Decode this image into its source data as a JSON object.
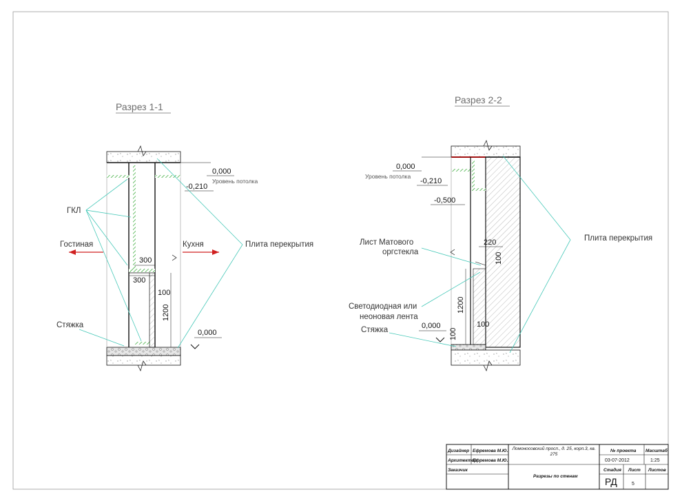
{
  "section_1": {
    "title": "Разрез 1-1",
    "room_left": "Гостиная",
    "room_right": "Кухня",
    "label_gkl": "ГКЛ",
    "label_slab": "Плита перекрытия",
    "label_screed": "Стяжка",
    "ceiling_level": "0,000",
    "ceiling_level_caption": "Уровень потолка",
    "level_minus_210": "-0,210",
    "floor_level": "0,000",
    "dims": {
      "top_300": "300",
      "bottom_300": "300",
      "d100": "100",
      "d1200": "1200"
    }
  },
  "section_2": {
    "title": "Разрез 2-2",
    "ceiling_level": "0,000",
    "ceiling_level_caption": "Уровень потолка",
    "level_minus_210": "-0,210",
    "level_minus_500": "-0,500",
    "label_glass_line1": "Лист Матового",
    "label_glass_line2": "оргстекла",
    "label_led_line1": "Светодиодная или",
    "label_led_line2": "неоновая лента",
    "label_screed": "Стяжка",
    "label_slab": "Плита перекрытия",
    "floor_level": "0,000",
    "dims": {
      "d220": "220",
      "d100_top": "100",
      "d1200": "1200",
      "d100_bottom": "100",
      "d100_left": "100"
    }
  },
  "title_block": {
    "designer_role": "Дизайнер",
    "designer_name": "Ефремова М.Ю.",
    "architect_role": "Архитектор",
    "architect_name": "Ефремова М.Ю.",
    "client_role": "Заказчик",
    "address": "Ломоносовский просп., д. 25, корп.3, кв. 275",
    "project_no_label": "№ проекта",
    "project_date": "03-07-2012",
    "scale_label": "Масштаб",
    "scale_value": "1:25",
    "stage_label": "Стадия",
    "sheet_label": "Лист",
    "sheets_label": "Листов",
    "stage_value": "РД",
    "sheet_value": "5",
    "drawing_name": "Разрезы по стенам"
  },
  "colors": {
    "leader": "#46c8b8",
    "green_hatch": "#2aa52a",
    "red_arrow": "#d02020",
    "line": "#111111",
    "screed_fill": "#d8d8d8"
  }
}
